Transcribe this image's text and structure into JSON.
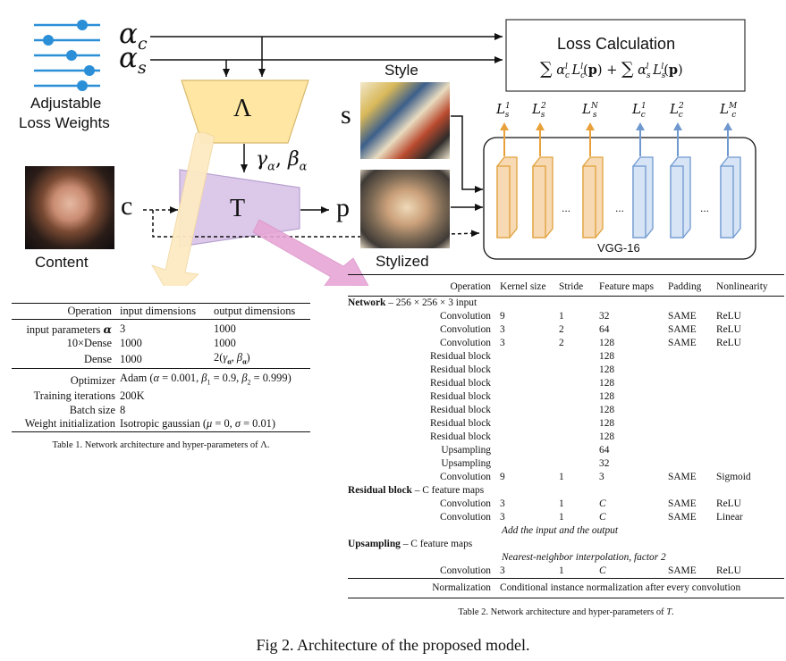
{
  "figure": {
    "caption": "Fig 2. Architecture of the proposed model."
  },
  "diagram": {
    "alpha_c": "α",
    "alpha_c_sub": "c",
    "alpha_s": "α",
    "alpha_s_sub": "s",
    "adjustable_line1": "Adjustable",
    "adjustable_line2": "Loss Weights",
    "lambda_block": "Λ",
    "gamma_beta": "γ",
    "gamma_sub": "α",
    "beta": "β",
    "beta_sub": "α",
    "content_symbol": "c",
    "content_label": "Content",
    "T_block": "T",
    "p_symbol": "p",
    "style_label": "Style",
    "s_symbol": "s",
    "stylized_label": "Stylized",
    "loss_title": "Loss Calculation",
    "vgg_label": "VGG-16",
    "dots": "...",
    "loss_outputs": [
      {
        "main": "L",
        "sub": "s",
        "sup": "1",
        "color": "#e8a13a"
      },
      {
        "main": "L",
        "sub": "s",
        "sup": "2",
        "color": "#e8a13a"
      },
      {
        "main": "L",
        "sub": "s",
        "sup": "N",
        "color": "#e8a13a"
      },
      {
        "main": "L",
        "sub": "c",
        "sup": "1",
        "color": "#6f98cf"
      },
      {
        "main": "L",
        "sub": "c",
        "sup": "2",
        "color": "#6f98cf"
      },
      {
        "main": "L",
        "sub": "c",
        "sup": "M",
        "color": "#6f98cf"
      }
    ],
    "colors": {
      "style_layer": "#f7d9b4",
      "style_edge": "#e0a23c",
      "content_layer": "#d6e4f6",
      "content_edge": "#6f98cf",
      "lambda_fill": "#ffe7a3",
      "t_fill": "#dcc9ea",
      "lambda_arrow": "#fdeac2",
      "t_arrow": "#e7a6d6"
    }
  },
  "table1": {
    "header": [
      "Operation",
      "input dimensions",
      "output dimensions"
    ],
    "rows": [
      [
        "input parameters α",
        "3",
        "1000"
      ],
      [
        "10×Dense",
        "1000",
        "1000"
      ],
      [
        "Dense",
        "1000",
        "2(γα, βα)"
      ]
    ],
    "hyper": [
      [
        "Optimizer",
        "Adam (α = 0.001, β1 = 0.9, β2 = 0.999)"
      ],
      [
        "Training iterations",
        "200K"
      ],
      [
        "Batch size",
        "8"
      ],
      [
        "Weight initialization",
        "Isotropic gaussian (μ = 0, σ = 0.01)"
      ]
    ],
    "caption": "Table 1. Network architecture and hyper-parameters of Λ."
  },
  "table2": {
    "header": [
      "Operation",
      "Kernel size",
      "Stride",
      "Feature maps",
      "Padding",
      "Nonlinearity"
    ],
    "network_title": "Network",
    "network_rest": " – 256 × 256 × 3 input",
    "network_rows": [
      [
        "Convolution",
        "9",
        "1",
        "32",
        "SAME",
        "ReLU"
      ],
      [
        "Convolution",
        "3",
        "2",
        "64",
        "SAME",
        "ReLU"
      ],
      [
        "Convolution",
        "3",
        "2",
        "128",
        "SAME",
        "ReLU"
      ],
      [
        "Residual block",
        "",
        "",
        "128",
        "",
        ""
      ],
      [
        "Residual block",
        "",
        "",
        "128",
        "",
        ""
      ],
      [
        "Residual block",
        "",
        "",
        "128",
        "",
        ""
      ],
      [
        "Residual block",
        "",
        "",
        "128",
        "",
        ""
      ],
      [
        "Residual block",
        "",
        "",
        "128",
        "",
        ""
      ],
      [
        "Residual block",
        "",
        "",
        "128",
        "",
        ""
      ],
      [
        "Residual block",
        "",
        "",
        "128",
        "",
        ""
      ],
      [
        "Upsampling",
        "",
        "",
        "64",
        "",
        ""
      ],
      [
        "Upsampling",
        "",
        "",
        "32",
        "",
        ""
      ],
      [
        "Convolution",
        "9",
        "1",
        "3",
        "SAME",
        "Sigmoid"
      ]
    ],
    "residual_title": "Residual block",
    "residual_rest": " – C feature maps",
    "residual_rows": [
      [
        "Convolution",
        "3",
        "1",
        "C",
        "SAME",
        "ReLU"
      ],
      [
        "Convolution",
        "3",
        "1",
        "C",
        "SAME",
        "Linear"
      ]
    ],
    "residual_note": "Add the input and the output",
    "upsampling_title": "Upsampling",
    "upsampling_rest": " – C feature maps",
    "upsampling_note": "Nearest-neighbor interpolation, factor 2",
    "upsampling_rows": [
      [
        "Convolution",
        "3",
        "1",
        "C",
        "SAME",
        "ReLU"
      ]
    ],
    "normalization_label": "Normalization",
    "normalization_text": "Conditional instance normalization after every convolution",
    "caption": "Table 2. Network architecture and hyper-parameters of T."
  }
}
